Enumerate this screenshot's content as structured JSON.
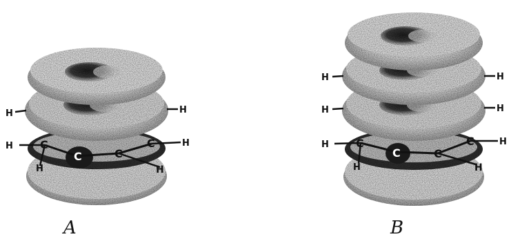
{
  "figure": {
    "panels": [
      {
        "label": "A",
        "stacked_molecule_layers": 2,
        "atoms": {
          "carbon": [
            "C",
            "C",
            "C",
            "C"
          ],
          "hydrogen": [
            "H",
            "H",
            "H",
            "H",
            "H",
            "H"
          ]
        }
      },
      {
        "label": "B",
        "stacked_molecule_layers": 3,
        "atoms": {
          "carbon": [
            "C",
            "C",
            "C",
            "C"
          ],
          "hydrogen": [
            "H",
            "H",
            "H",
            "H",
            "H",
            "H",
            "H",
            "H"
          ]
        }
      }
    ],
    "colors": {
      "torus_light": "#e2e2e2",
      "torus_mid": "#a8a8a8",
      "torus_dark": "#3a3a3a",
      "ink": "#111111"
    }
  }
}
